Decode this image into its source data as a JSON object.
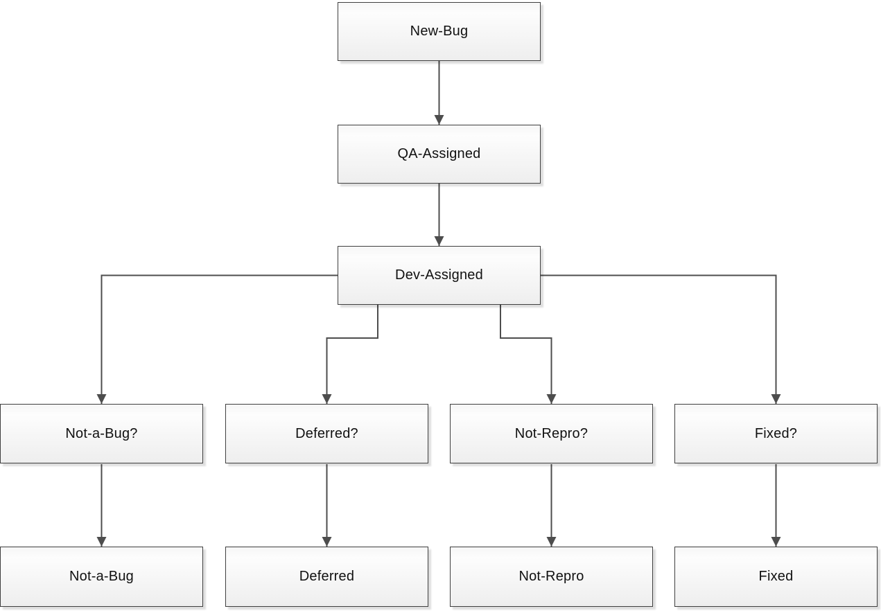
{
  "diagram": {
    "type": "flowchart",
    "colors": {
      "background": "#ffffff",
      "node_fill_top": "#fdfdfd",
      "node_fill_bottom": "#eeeeee",
      "node_border": "#3f3f3f",
      "connector": "#4d4d4d",
      "text": "#111111"
    },
    "nodes": [
      {
        "id": "new-bug",
        "label": "New-Bug"
      },
      {
        "id": "qa-assigned",
        "label": "QA-Assigned"
      },
      {
        "id": "dev-assigned",
        "label": "Dev-Assigned"
      },
      {
        "id": "not-a-bug-q",
        "label": "Not-a-Bug?"
      },
      {
        "id": "deferred-q",
        "label": "Deferred?"
      },
      {
        "id": "not-repro-q",
        "label": "Not-Repro?"
      },
      {
        "id": "fixed-q",
        "label": "Fixed?"
      },
      {
        "id": "not-a-bug",
        "label": "Not-a-Bug"
      },
      {
        "id": "deferred",
        "label": "Deferred"
      },
      {
        "id": "not-repro",
        "label": "Not-Repro"
      },
      {
        "id": "fixed",
        "label": "Fixed"
      }
    ],
    "edges": [
      {
        "from": "new-bug",
        "to": "qa-assigned"
      },
      {
        "from": "qa-assigned",
        "to": "dev-assigned"
      },
      {
        "from": "dev-assigned",
        "to": "not-a-bug-q"
      },
      {
        "from": "dev-assigned",
        "to": "deferred-q"
      },
      {
        "from": "dev-assigned",
        "to": "not-repro-q"
      },
      {
        "from": "dev-assigned",
        "to": "fixed-q"
      },
      {
        "from": "not-a-bug-q",
        "to": "not-a-bug"
      },
      {
        "from": "deferred-q",
        "to": "deferred"
      },
      {
        "from": "not-repro-q",
        "to": "not-repro"
      },
      {
        "from": "fixed-q",
        "to": "fixed"
      }
    ]
  }
}
